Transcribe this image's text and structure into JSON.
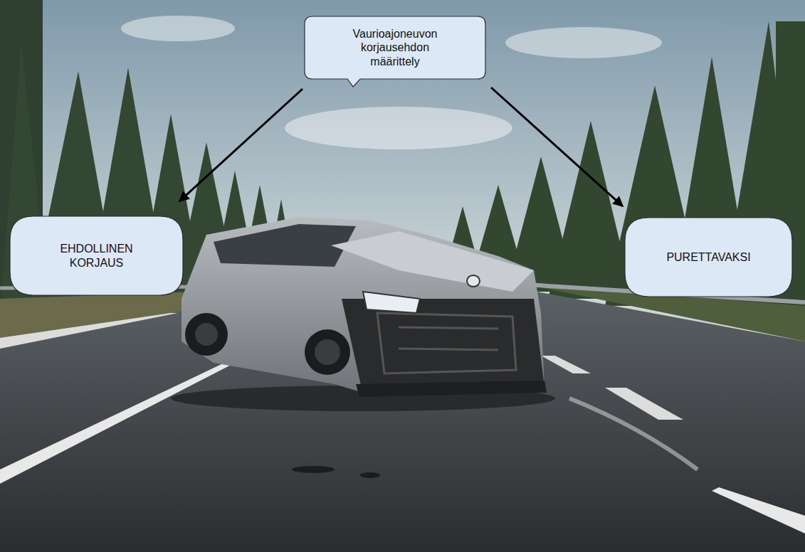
{
  "diagram": {
    "nodes": [
      {
        "text": [
          "Vaurioajoneuvon korjausehdon määrittely"
        ]
      },
      {
        "text": [
          "EHDOLLINEN KORJAUS"
        ]
      },
      {
        "text": [
          "PURETTAVAKSI"
        ]
      }
    ],
    "edges": [
      {
        "from": 0,
        "to": 1,
        "arrow": "to"
      },
      {
        "from": 0,
        "to": 2,
        "arrow": "to"
      }
    ]
  }
}
